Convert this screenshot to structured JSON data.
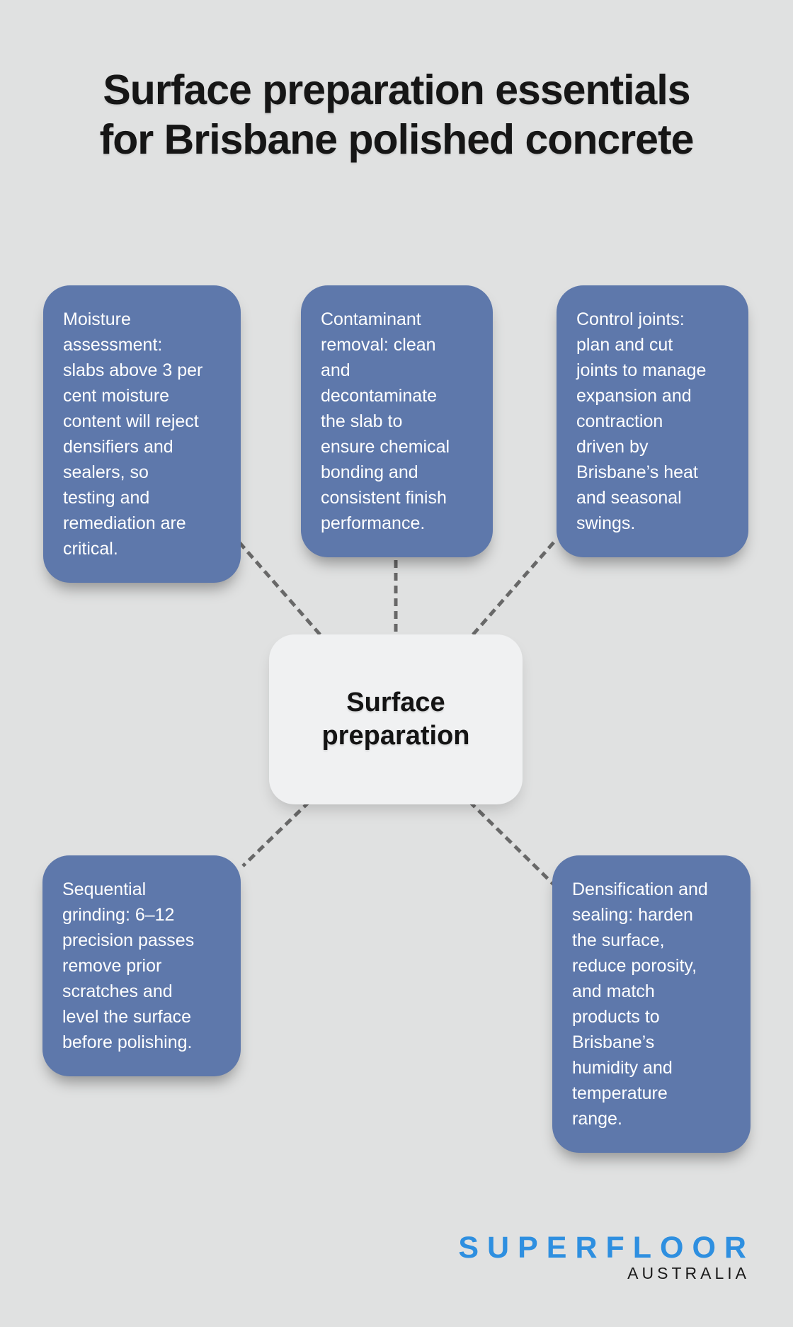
{
  "title": "Surface preparation essentials\nfor Brisbane polished concrete",
  "center_node": {
    "label": "Surface\npreparation"
  },
  "nodes": [
    {
      "id": "moisture-assessment",
      "text": "Moisture\nassessment:\nslabs above 3 per\ncent moisture\ncontent will reject\ndensifiers and\nsealers, so\ntesting and\nremediation are\ncritical."
    },
    {
      "id": "contaminant-removal",
      "text": "Contaminant\nremoval: clean\nand\ndecontaminate\nthe slab to\nensure chemical\nbonding and\nconsistent finish\nperformance."
    },
    {
      "id": "control-joints",
      "text": "Control joints:\nplan and cut\njoints to manage\nexpansion and\ncontraction\ndriven by\nBrisbane’s heat\nand seasonal\nswings."
    },
    {
      "id": "sequential-grinding",
      "text": "Sequential\ngrinding: 6–12\nprecision passes\nremove prior\nscratches and\nlevel the surface\nbefore polishing."
    },
    {
      "id": "densification-sealing",
      "text": "Densification and\nsealing: harden\nthe surface,\nreduce porosity,\nand match\nproducts to\nBrisbane’s\nhumidity and\ntemperature\nrange."
    }
  ],
  "logo": {
    "brand": "SUPERFLOOR",
    "region": "AUSTRALIA"
  },
  "colors": {
    "background": "#e0e1e1",
    "node_fill": "#5e78ab",
    "node_text": "#ffffff",
    "center_fill": "#f0f1f2",
    "center_text": "#141414",
    "connector": "#686868",
    "title_text": "#161616",
    "brand_blue": "#2e8fe0",
    "brand_dark": "#1a1a1a"
  }
}
